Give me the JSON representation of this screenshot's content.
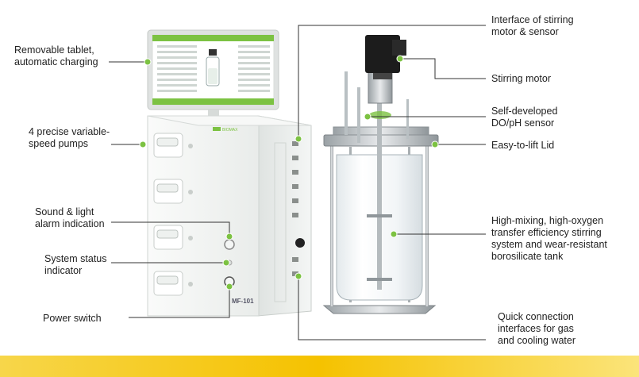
{
  "labels": {
    "tablet": "Removable tablet,\nautomatic charging",
    "pumps": "4 precise variable-\nspeed pumps",
    "alarm": "Sound & light\nalarm indication",
    "status": "System status\nindicator",
    "power": "Power switch",
    "interface_motor": "Interface of stirring\nmotor & sensor",
    "stirring_motor": "Stirring motor",
    "sensor": "Self-developed\nDO/pH sensor",
    "lid": "Easy-to-lift Lid",
    "tank": "High-mixing, high-oxygen\ntransfer efficiency stirring\nsystem and wear-resistant\nborosilicate tank",
    "quick_connect": "Quick connection\ninterfaces for gas\nand cooling water"
  },
  "device": {
    "model": "MF-101",
    "brand": "BIOMAX"
  },
  "colors": {
    "accent_green": "#7cc242",
    "cabinet": "#f1f3f2",
    "yellow_band": "#f5c200",
    "motor_black": "#1c1c1c",
    "leader_line": "#333333"
  }
}
